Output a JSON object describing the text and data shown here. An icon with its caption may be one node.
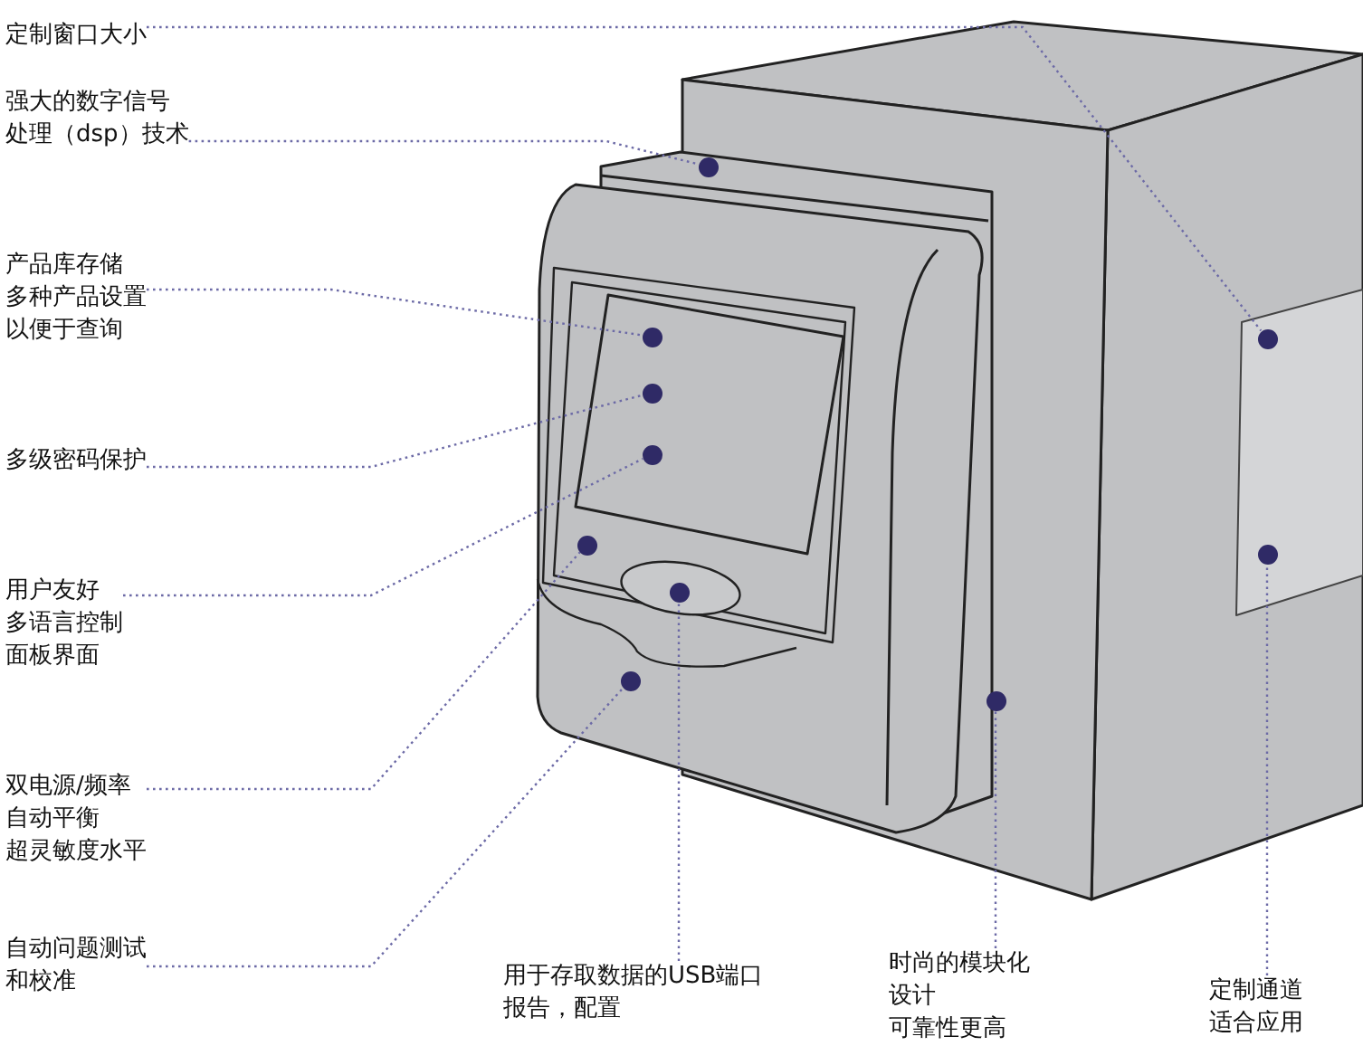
{
  "diagram": {
    "nodes": [
      {
        "text": [
          "定制窗口大小"
        ]
      },
      {
        "text": [
          "强大的数字信号处理（dsp）技术"
        ]
      },
      {
        "text": [
          "产品库存储多种产品设置以便于查询"
        ]
      },
      {
        "text": [
          "多级密码保护"
        ]
      },
      {
        "text": [
          "用户友好多语言控制面板界面"
        ]
      },
      {
        "text": [
          "双电源/频率自动平衡超灵敏度水平"
        ]
      },
      {
        "text": [
          "自动问题测试和校准"
        ]
      },
      {
        "text": [
          "用于存取数据的USB端口报告，配置"
        ]
      },
      {
        "text": [
          "时尚的模块化设计可靠性更高"
        ]
      },
      {
        "text": [
          "定制通道适合应用"
        ]
      },
      {
        "text": [],
        "shape": "circle"
      },
      {
        "text": [],
        "shape": "circle"
      },
      {
        "text": [],
        "shape": "circle"
      },
      {
        "text": [],
        "shape": "circle"
      },
      {
        "text": [],
        "shape": "circle"
      },
      {
        "text": [],
        "shape": "circle"
      },
      {
        "text": [],
        "shape": "circle"
      },
      {
        "text": [],
        "shape": "circle"
      },
      {
        "text": [],
        "shape": "circle"
      },
      {
        "text": [],
        "shape": "circle"
      }
    ],
    "edges": [
      {
        "from": 0,
        "to": 18,
        "arrow": "none"
      },
      {
        "from": 1,
        "to": 16,
        "arrow": "none"
      },
      {
        "from": 2,
        "to": 12,
        "arrow": "none"
      },
      {
        "from": 3,
        "to": 13,
        "arrow": "none"
      },
      {
        "from": 4,
        "to": 14,
        "arrow": "none"
      },
      {
        "from": 5,
        "to": 10,
        "arrow": "none"
      },
      {
        "from": 6,
        "to": 11,
        "arrow": "none"
      },
      {
        "from": 7,
        "to": 15,
        "arrow": "none"
      },
      {
        "from": 8,
        "to": 17,
        "arrow": "none"
      },
      {
        "from": 9,
        "to": 19,
        "arrow": "none"
      }
    ]
  }
}
